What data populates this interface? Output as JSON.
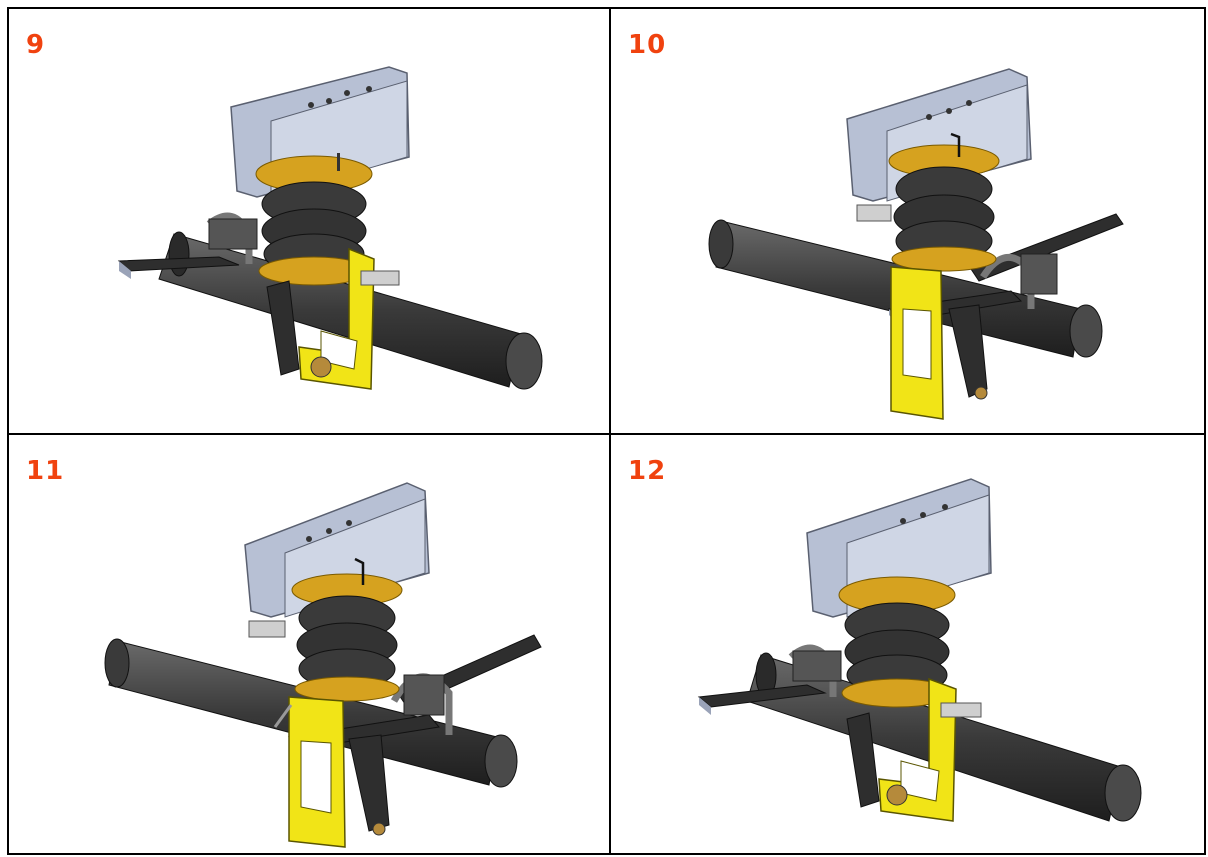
{
  "panels": [
    {
      "step": "9",
      "variant": "left"
    },
    {
      "step": "10",
      "variant": "right"
    },
    {
      "step": "11",
      "variant": "right"
    },
    {
      "step": "12",
      "variant": "left"
    }
  ],
  "colors": {
    "step_number": "#f0420f",
    "frame_rail": "#b7c0d4",
    "air_spring": "#3a3a3a",
    "spring_plate": "#d6a21f",
    "bracket": "#f1e417",
    "axle": "#3f3f3f",
    "leaf_spring": "#2e2e2e"
  }
}
